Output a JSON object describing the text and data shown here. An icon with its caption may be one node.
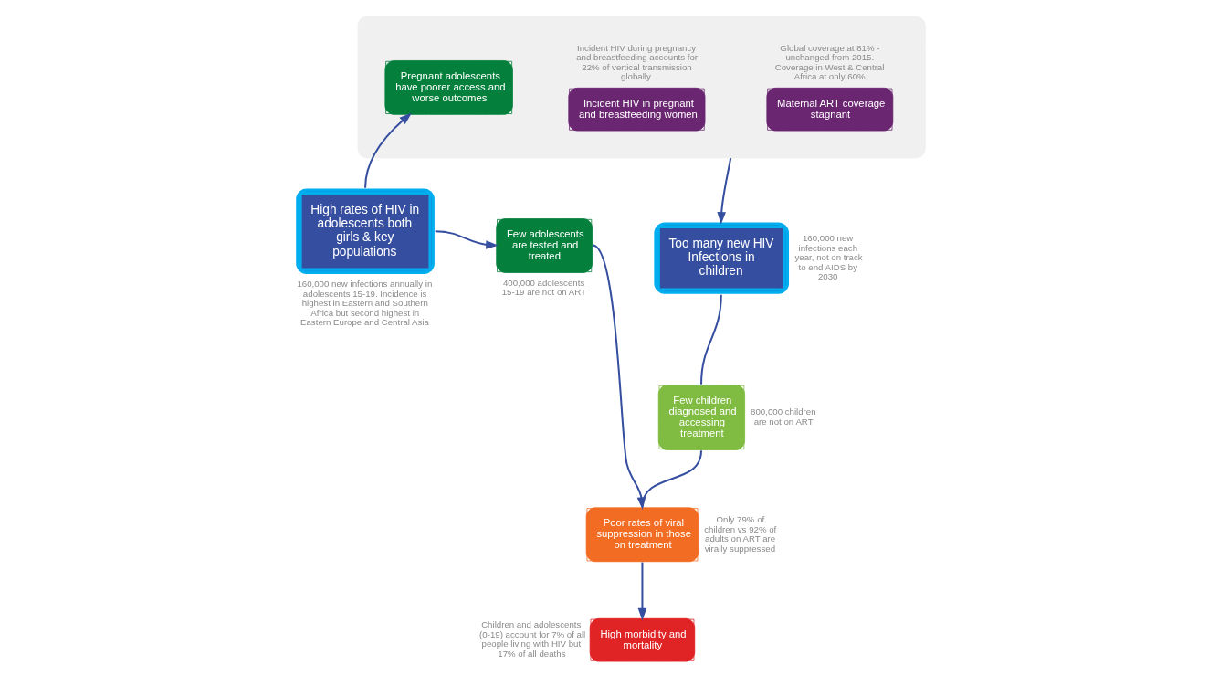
{
  "diagram": {
    "nodes": [
      {
        "text": [],
        "shape": "box"
      },
      {
        "text": [
          "Maternal ART coverage stagnant"
        ],
        "in": 0,
        "beside": [
          "Global coverage at 81% - unchanged from 2015. Coverage in West & Central Africa at only 60%"
        ]
      },
      {
        "text": [
          "Pregnant adolescents have poorer access and worse outcomes"
        ],
        "in": 0
      },
      {
        "text": [
          "Incident HIV in pregnant and breastfeeding women"
        ],
        "in": 0,
        "beside": [
          "Incident HIV during pregnancy and breastfeeding accounts for 22% of vertical transmission globally"
        ]
      },
      {
        "text": [
          "Too many new HIV Infections in children"
        ],
        "beside": [
          "160,000 new infections each year, not on track to end AIDS by 2030"
        ]
      },
      {
        "text": [
          "High rates of HIV in adolescents both girls & key populations"
        ],
        "beside": [
          "160,000 new infections annually in adolescents 15-19. Incidence is highest in Eastern and Southern Africa but second highest in Eastern Europe and Central Asia"
        ]
      },
      {
        "text": [
          "Few adolescents are tested and treated"
        ],
        "beside": [
          "400,000 adolescents 15-19 are not on ART"
        ]
      },
      {
        "text": [
          "Few children diagnosed and accessing treatment"
        ],
        "beside": [
          "800,000 children are not on ART"
        ]
      },
      {
        "text": [
          "Poor rates of viral suppression in those on treatment"
        ],
        "beside": [
          "Only 79% of children vs 92% of adults on ART are virally suppressed"
        ]
      },
      {
        "text": [
          "High morbidity and mortality"
        ],
        "beside": [
          "Children and adolescents (0-19) account for 7% of all people living with HIV but 17% of all deaths"
        ]
      }
    ],
    "edges": [
      {
        "from": 0,
        "to": 4,
        "arrow": "to"
      },
      {
        "from": 5,
        "to": 2,
        "arrow": "to"
      },
      {
        "from": 5,
        "to": 6,
        "arrow": "to"
      },
      {
        "from": 6,
        "to": 8,
        "arrow": "to"
      },
      {
        "from": 4,
        "to": 7,
        "arrow": "none"
      },
      {
        "from": 7,
        "to": 8,
        "arrow": "none"
      },
      {
        "from": 8,
        "to": 9,
        "arrow": "to"
      }
    ]
  }
}
